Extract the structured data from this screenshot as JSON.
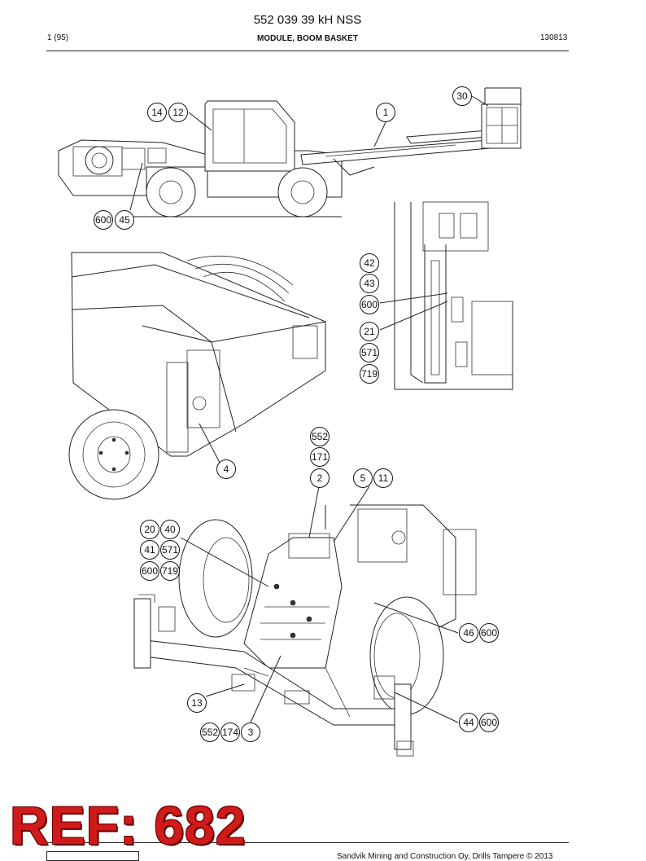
{
  "header": {
    "doc_title": "552 039 39 kH NSS",
    "page": "1 (95)",
    "module_title": "MODULE, BOOM BASKET",
    "date": "130813"
  },
  "footer": {
    "copyright": "Sandvik Mining and Construction Oy, Drills Tampere © 2013"
  },
  "stamp": {
    "text": "REF: 682",
    "color": "#d11a1a"
  },
  "callouts": {
    "view1": [
      "14",
      "12",
      "1",
      "30",
      "600",
      "45"
    ],
    "view2": [
      "4"
    ],
    "view3": [
      "42",
      "43",
      "600",
      "21",
      "571",
      "719"
    ],
    "view4": [
      "552",
      "171",
      "2",
      "5",
      "11",
      "20",
      "40",
      "41",
      "571",
      "600",
      "719",
      "46",
      "600",
      "13",
      "44",
      "600",
      "552",
      "174",
      "3"
    ]
  }
}
